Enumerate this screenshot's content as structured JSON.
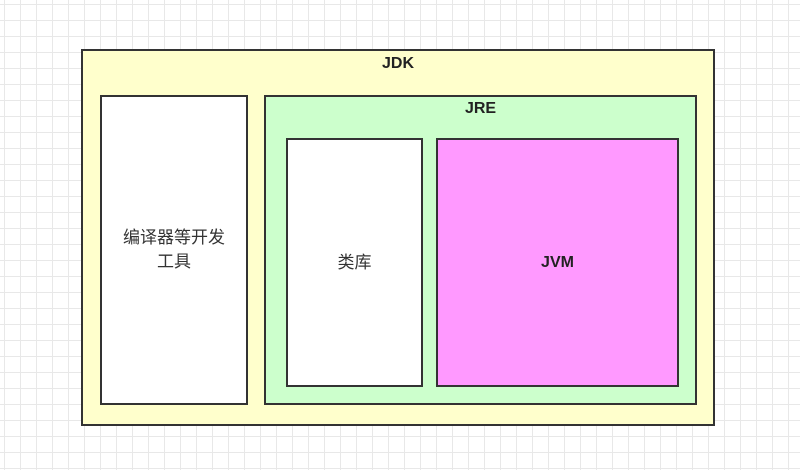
{
  "colors": {
    "jdk_fill": "#ffffcc",
    "jre_fill": "#ccffcc",
    "jvm_fill": "#ff99ff",
    "white_fill": "#ffffff",
    "border": "#333333"
  },
  "jdk": {
    "label": "JDK"
  },
  "tools": {
    "label_line1": "编译器等开发",
    "label_line2": "工具"
  },
  "jre": {
    "label": "JRE"
  },
  "lib": {
    "label": "类库"
  },
  "jvm": {
    "label": "JVM"
  }
}
